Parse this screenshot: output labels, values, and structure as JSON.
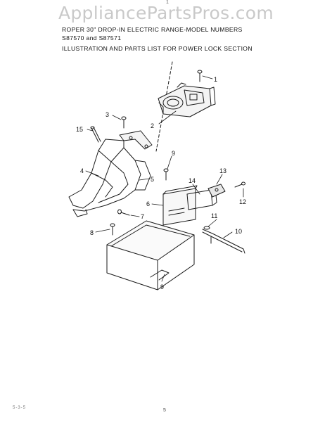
{
  "watermark": "AppliancePartsPros.com",
  "header": {
    "line1": "ROPER  30\" DROP-IN ELECTRIC RANGE-MODEL NUMBERS",
    "line2": "S87570 and S87571",
    "line3": "ILLUSTRATION AND PARTS LIST FOR POWER LOCK SECTION"
  },
  "top_tick": "1",
  "footer": {
    "left_code": "5-3-5",
    "page_number": "5"
  },
  "callouts": {
    "c1": "1",
    "c2": "2",
    "c3": "3",
    "c4": "4",
    "c5": "5",
    "c6": "6",
    "c7": "7",
    "c8": "8",
    "c9a": "9",
    "c9b": "9",
    "c10": "10",
    "c11": "11",
    "c12": "12",
    "c13": "13",
    "c14": "14",
    "c15": "15"
  }
}
